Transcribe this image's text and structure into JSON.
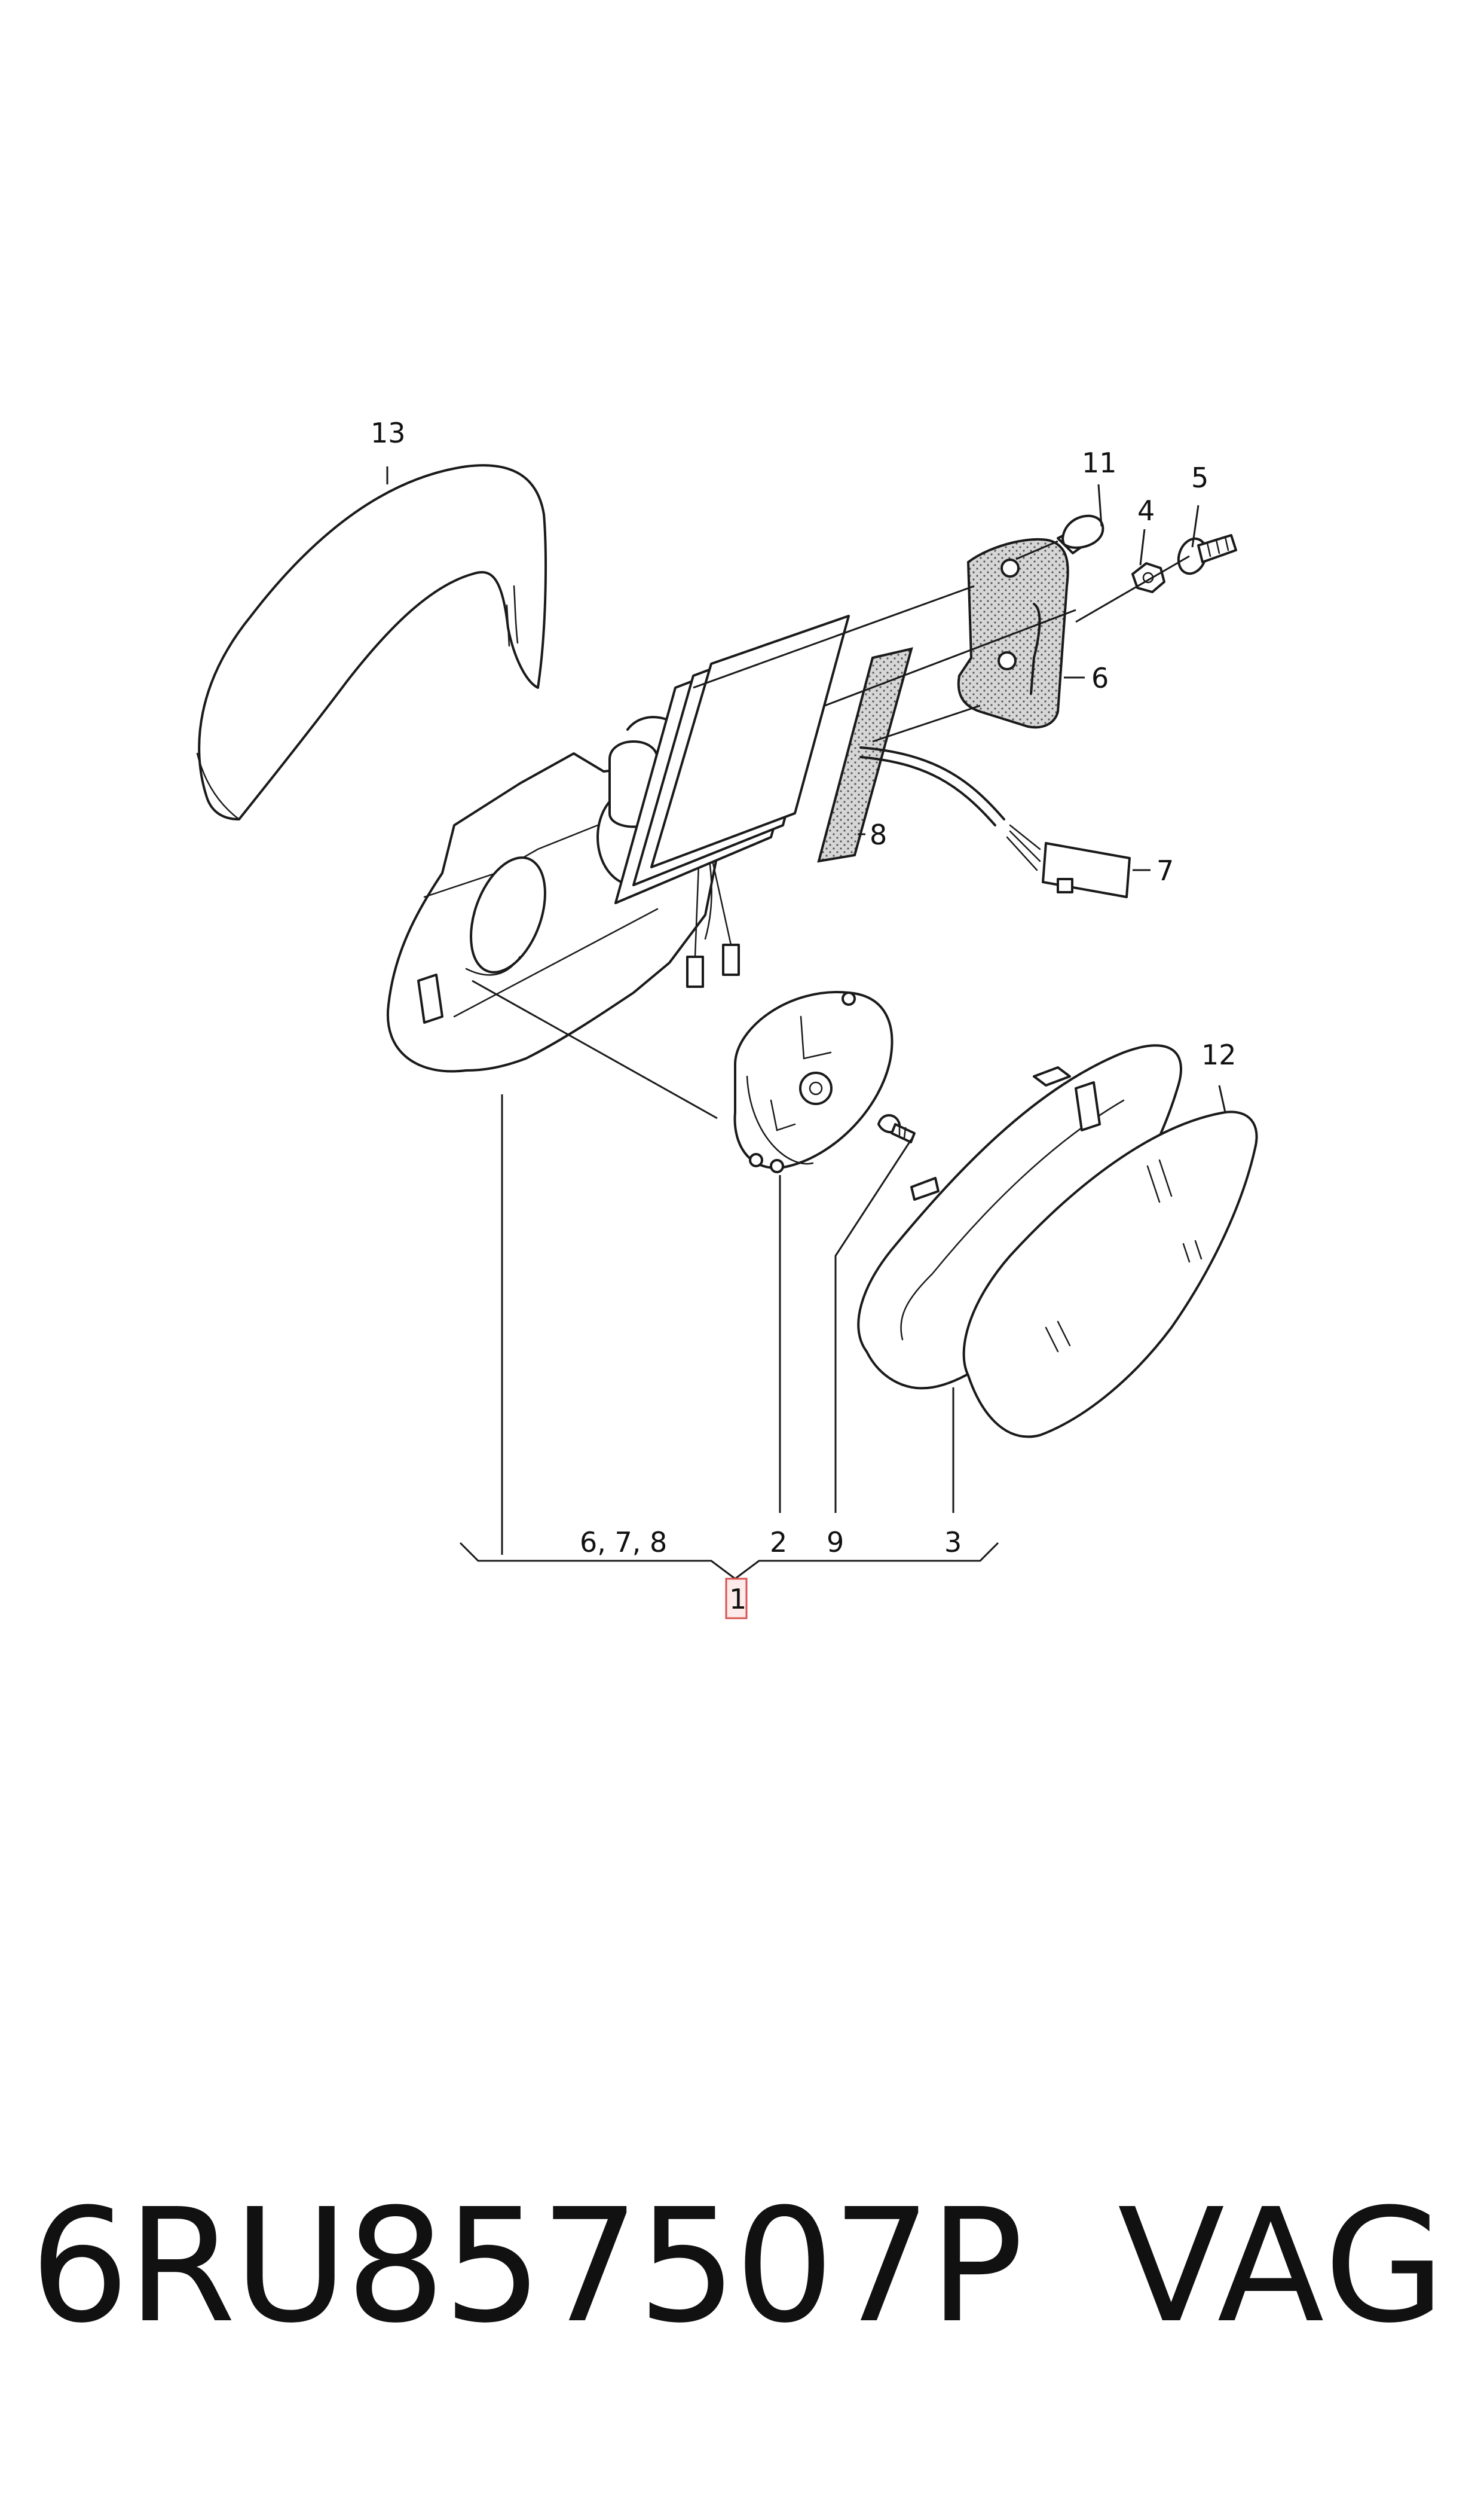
{
  "callouts": {
    "c1": "1",
    "c2": "2",
    "c3": "3",
    "c4": "4",
    "c5": "5",
    "c6": "6",
    "c7": "7",
    "c8": "8",
    "c9": "9",
    "c11": "11",
    "c12": "12",
    "c13": "13",
    "c678": "6, 7, 8"
  },
  "footer": {
    "part_number": "6RU857507P",
    "brand": "VAG"
  }
}
